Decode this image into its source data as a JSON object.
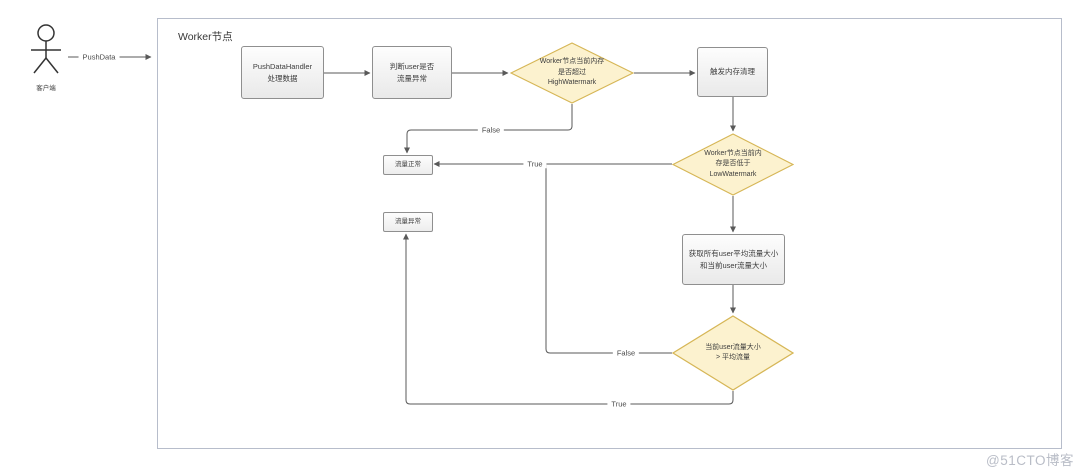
{
  "diagram": {
    "title": "Worker节点",
    "type": "flowchart"
  },
  "actor": {
    "label": "客户端",
    "arrow_label": "PushData"
  },
  "nodes": {
    "push_data_handler": {
      "text": "PushDataHandler\n处理数据"
    },
    "judge_user": {
      "text": "判断user是否\n流量异常"
    },
    "high_watermark": {
      "text": "Worker节点当前内存\n是否超过\nHighWatermark"
    },
    "trigger_cleanup": {
      "text": "触发内存清理"
    },
    "low_watermark": {
      "text": "Worker节点当前内\n存是否低于\nLowWatermark"
    },
    "get_traffic": {
      "text": "获取所有user平均流量大小\n和当前user流量大小"
    },
    "compare_traffic": {
      "text": "当前user流量大小\n> 平均流量"
    },
    "traffic_normal": {
      "text": "流量正常"
    },
    "traffic_abnormal": {
      "text": "流量异常"
    }
  },
  "edge_labels": {
    "high_watermark_false": "False",
    "low_watermark_true": "True",
    "compare_false": "False",
    "compare_true": "True"
  },
  "colors": {
    "decision_fill": "#fcf2cf",
    "decision_border": "#d6b656",
    "process_border": "#8f8f8f",
    "connector": "#595959",
    "container_border": "#b7bdcb",
    "watermark_gray": "#b9bdc7"
  },
  "watermark": "@51CTO博客"
}
